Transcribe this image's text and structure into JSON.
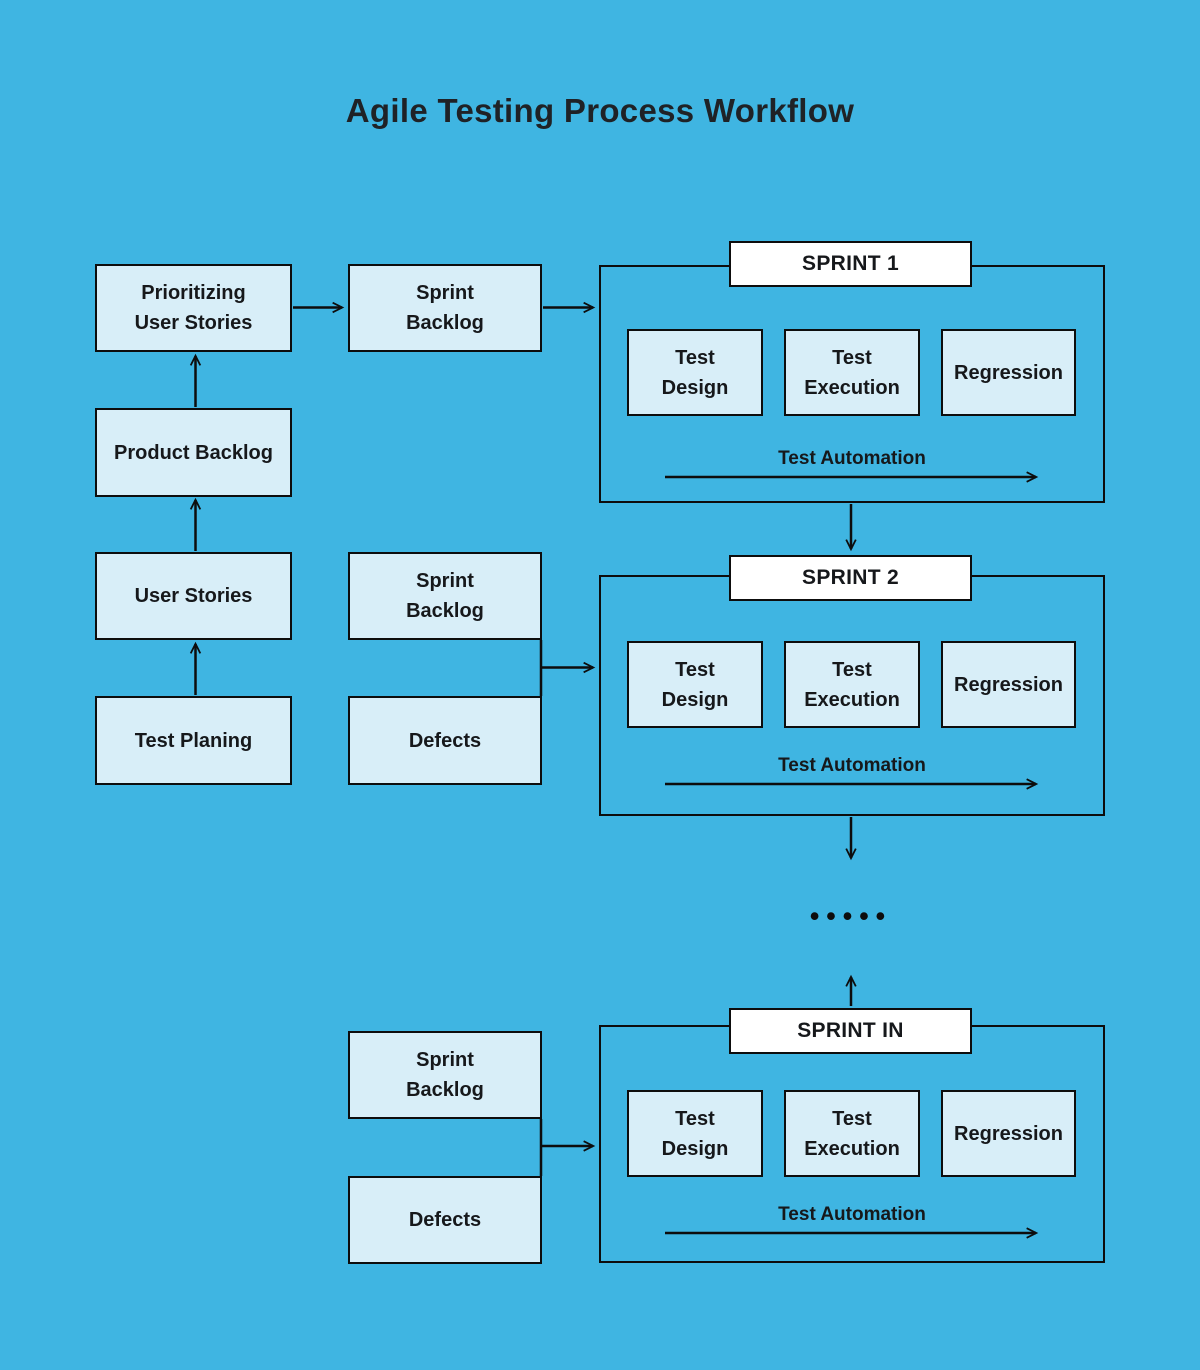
{
  "title": "Agile Testing Process Workflow",
  "colors": {
    "background": "#3FB5E2",
    "node_fill": "#D8EEF8",
    "sprint_header_fill": "#FFFFFF",
    "line_and_border": "#0D0D0D",
    "text": "#16181B"
  },
  "nodes": {
    "prioritizing_user_stories": {
      "label": "Prioritizing\nUser Stories"
    },
    "product_backlog": {
      "label": "Product Backlog"
    },
    "user_stories": {
      "label": "User Stories"
    },
    "test_planing": {
      "label": "Test Planing"
    },
    "sprint_backlog_1": {
      "label": "Sprint\nBacklog"
    },
    "sprint_backlog_2": {
      "label": "Sprint\nBacklog"
    },
    "defects_2": {
      "label": "Defects"
    },
    "sprint_backlog_3": {
      "label": "Sprint\nBacklog"
    },
    "defects_3": {
      "label": "Defects"
    }
  },
  "sprints": [
    {
      "name": "SPRINT 1",
      "tasks": [
        "Test\nDesign",
        "Test\nExecution",
        "Regression"
      ],
      "automation_label": "Test Automation"
    },
    {
      "name": "SPRINT 2",
      "tasks": [
        "Test\nDesign",
        "Test\nExecution",
        "Regression"
      ],
      "automation_label": "Test Automation"
    },
    {
      "name": "SPRINT IN",
      "tasks": [
        "Test\nDesign",
        "Test\nExecution",
        "Regression"
      ],
      "automation_label": "Test Automation"
    }
  ],
  "ellipsis": "•••••"
}
